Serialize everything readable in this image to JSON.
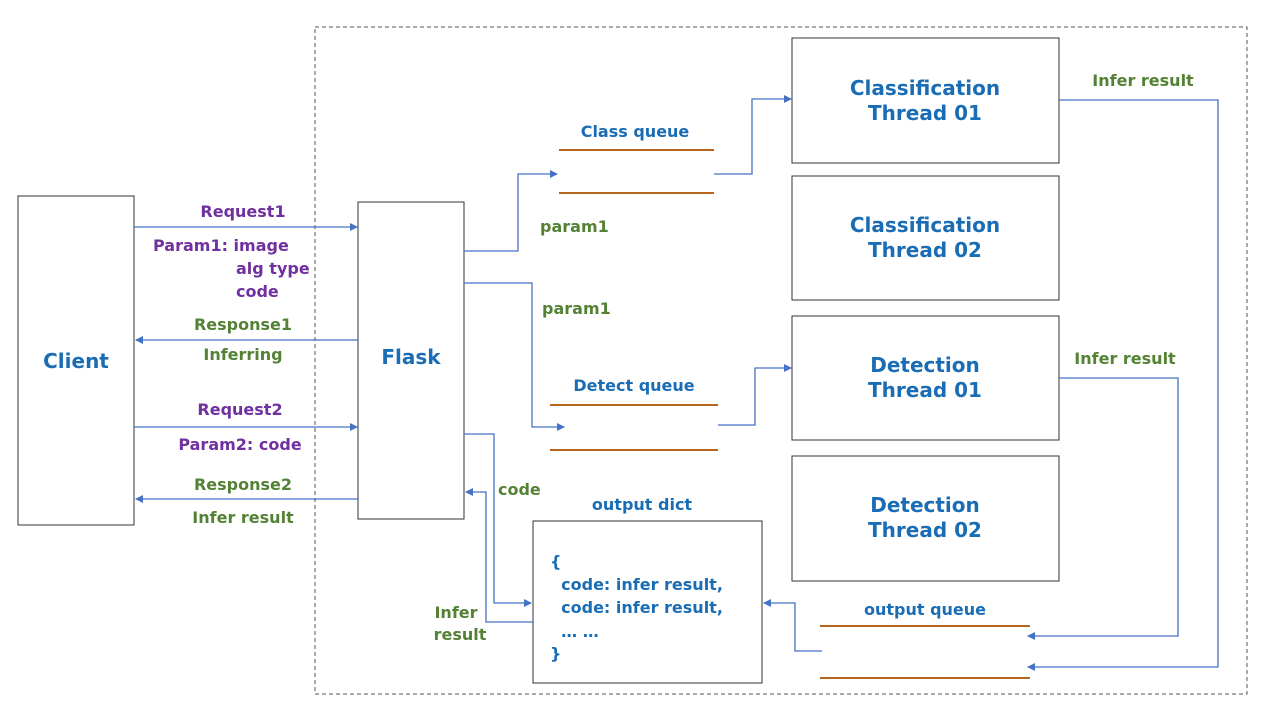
{
  "client": {
    "label": "Client"
  },
  "flask": {
    "label": "Flask"
  },
  "threads": [
    {
      "line1": "Classification",
      "line2": "Thread 01"
    },
    {
      "line1": "Classification",
      "line2": "Thread 02"
    },
    {
      "line1": "Detection",
      "line2": "Thread 01"
    },
    {
      "line1": "Detection",
      "line2": "Thread 02"
    }
  ],
  "queues": {
    "class_queue": "Class queue",
    "detect_queue": "Detect queue",
    "output_queue": "output queue"
  },
  "output_dict": {
    "title": "output dict",
    "lines": [
      "{",
      "  code: infer result,",
      "  code: infer result,",
      "  … …",
      "}"
    ]
  },
  "messages": {
    "request1": "Request1",
    "param1_image": "Param1: image",
    "param1_alg": "alg type",
    "param1_code": "code",
    "response1": "Response1",
    "inferring": "Inferring",
    "request2": "Request2",
    "param2": "Param2: code",
    "response2": "Response2",
    "infer_result_resp": "Infer result",
    "param1_class": "param1",
    "param1_detect": "param1",
    "code_label": "code",
    "infer_result_back1": "Infer",
    "infer_result_back2": "result",
    "infer_result_class": "Infer result",
    "infer_result_detect": "Infer result"
  },
  "colors": {
    "blue_text": "#1a6db5",
    "green_text": "#548235",
    "purple_text": "#7030a0",
    "arrow": "#4472c4",
    "queue_line": "#b5651d"
  }
}
